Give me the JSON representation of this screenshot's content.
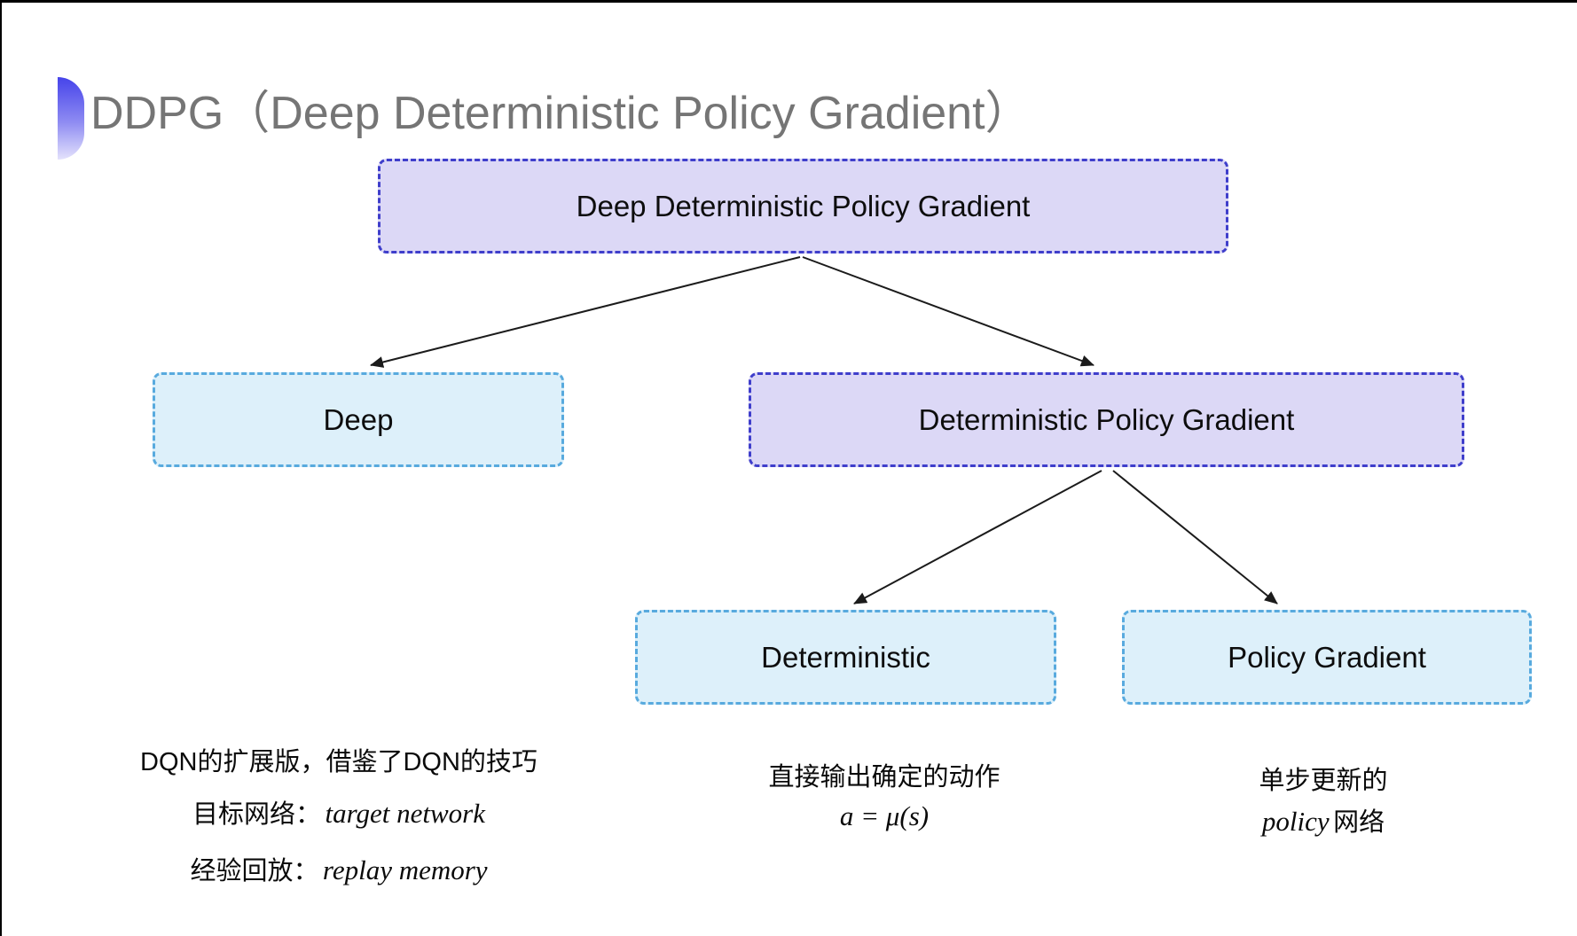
{
  "header": {
    "title": "DDPG（Deep Deterministic Policy Gradient）",
    "title_color": "#757575",
    "bullet_gradient_top": "#4543ea",
    "bullet_gradient_bottom": "#e4e2fc"
  },
  "diagram": {
    "nodes": [
      {
        "id": "root",
        "label": "Deep Deterministic Policy Gradient",
        "variant": "purple"
      },
      {
        "id": "deep",
        "label": "Deep",
        "variant": "blue"
      },
      {
        "id": "dpg",
        "label": "Deterministic Policy Gradient",
        "variant": "purple"
      },
      {
        "id": "deterministic",
        "label": "Deterministic",
        "variant": "blue"
      },
      {
        "id": "policy-gradient",
        "label": "Policy Gradient",
        "variant": "blue"
      }
    ],
    "edges": [
      {
        "from": "root",
        "to": "deep"
      },
      {
        "from": "root",
        "to": "dpg"
      },
      {
        "from": "dpg",
        "to": "deterministic"
      },
      {
        "from": "dpg",
        "to": "policy-gradient"
      }
    ],
    "colors": {
      "purple_fill": "#dcd8f6",
      "purple_border": "#3f3ecb",
      "blue_fill": "#ddf0fa",
      "blue_border": "#58aade",
      "arrow": "#1b1b1b",
      "node_text": "#0d0d0d"
    }
  },
  "notes": {
    "left": {
      "line1": "DQN的扩展版，借鉴了DQN的技巧",
      "line2_label": "目标网络：",
      "line2_term": "target network",
      "line3_label": "经验回放：",
      "line3_term": "replay memory"
    },
    "middle": {
      "line1": "直接输出确定的动作",
      "formula": "a = μ(s)"
    },
    "right": {
      "line1": "单步更新的",
      "line2_term": "policy",
      "line2_rest": " 网络"
    }
  }
}
